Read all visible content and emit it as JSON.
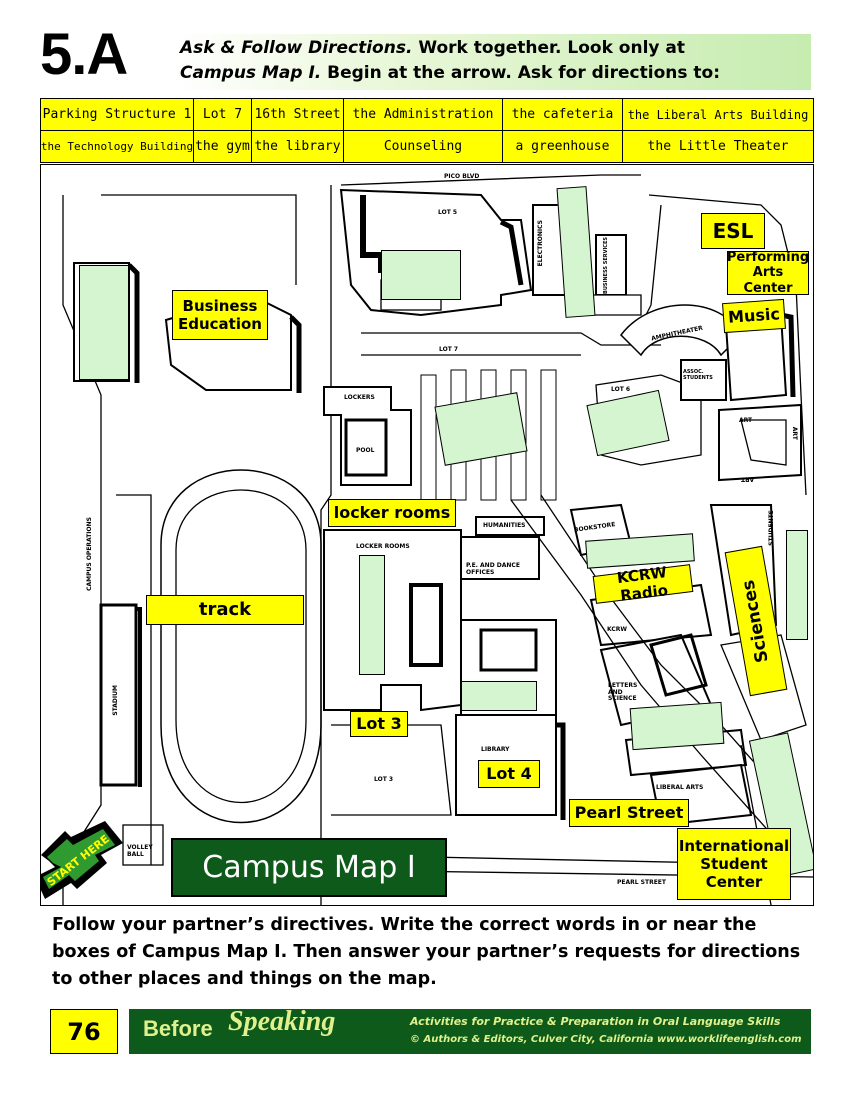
{
  "header": {
    "unit": "5.A",
    "instr_lead": "Ask & Follow Directions.",
    "instr_line1_rest": " Work together. Look only at",
    "instr_map_ref": "Campus Map I.",
    "instr_line2_rest": " Begin at the arrow. Ask for directions to:"
  },
  "vocab": {
    "row1": [
      "Parking Structure 1",
      "Lot 7",
      "16th Street",
      "the Administration",
      "the cafeteria",
      "the Liberal Arts Building"
    ],
    "row2": [
      "the Technology Building",
      "the gym",
      "the library",
      "Counseling",
      "a greenhouse",
      "the Little Theater"
    ]
  },
  "map": {
    "printed": {
      "pico": "PICO BLVD",
      "lot5": "LOT 5",
      "lot7": "LOT 7",
      "electronics": "ELECTRONICS",
      "business_services": "BUSINESS SERVICES",
      "amphitheater": "AMPHITHEATER",
      "lot6": "LOT 6",
      "assoc_students": "ASSOC. STUDENTS",
      "art1": "ART",
      "art2": "ART",
      "art3": "ART",
      "lockers": "LOCKERS",
      "pool": "POOL",
      "humanities": "HUMANITIES",
      "pe_offices": "P.E. AND DANCE OFFICES",
      "bookstore": "BOOKSTORE",
      "students": "STUDENTS",
      "locker_rooms_small": "LOCKER ROOMS",
      "campus_operations": "CAMPUS OPERATIONS",
      "stadium": "STADIUM",
      "kcrw_small": "KCRW",
      "letters_science": "LETTERS AND SCIENCE",
      "sc": "SC",
      "library_small": "LIBRARY",
      "lot3_small": "LOT 3",
      "liberal_arts": "LIBERAL ARTS",
      "volley_ball": "VOLLEY BALL",
      "pearl_street_small": "PEARL STREET"
    },
    "labels": {
      "esl": "ESL",
      "performing_arts": "Performing Arts Center",
      "music": "Music",
      "business_education": "Business Education",
      "locker_rooms": "locker rooms",
      "track": "track",
      "kcrw_radio": "KCRW Radio",
      "sciences": "Sciences",
      "lot3": "Lot 3",
      "lot4": "Lot 4",
      "pearl_street": "Pearl Street",
      "international": "International Student Center"
    },
    "title": "Campus Map I",
    "start": "START HERE"
  },
  "footer": {
    "instructions": "Follow your partner’s directives. Write the correct words in or near the boxes of Campus Map I. Then answer your partner’s requests for directions to other places and things on the map.",
    "page_number": "76",
    "brand_before": "Before",
    "brand_speaking": "Speaking",
    "tagline": "Activities for Practice & Preparation in Oral Language Skills",
    "credit": "© Authors & Editors, Culver City, California  www.worklifeenglish.com"
  },
  "colors": {
    "label_yellow": "#ffff00",
    "answer_box_green": "#d4f5d0",
    "brand_green": "#0d5a1a",
    "brand_text": "#e0f08c",
    "arrow_green": "#2f9a2f"
  }
}
